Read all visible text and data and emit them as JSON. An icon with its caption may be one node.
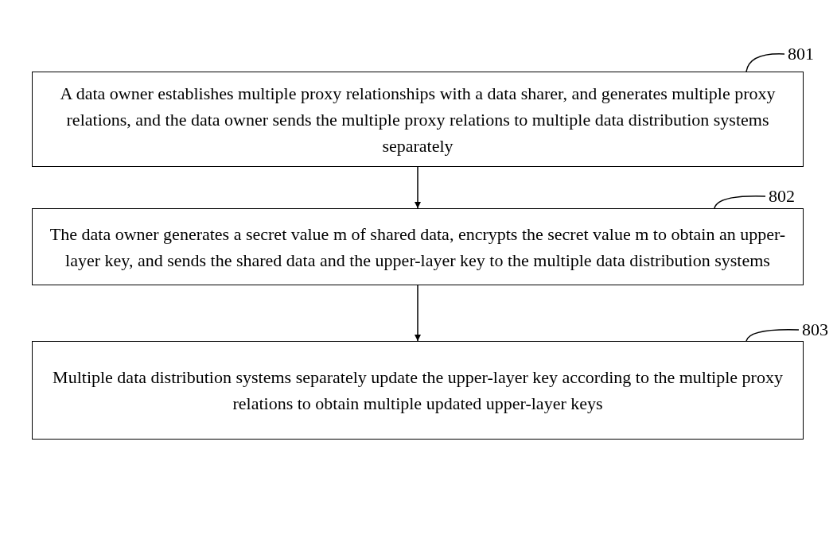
{
  "diagram": {
    "nodes": [
      {
        "text": [
          "801"
        ]
      },
      {
        "text": [
          "A data owner establishes multiple proxy relationships with a data sharer, and generates multiple proxy relations, and the data owner sends the multiple proxy relations to multiple data distribution systems separately"
        ]
      },
      {
        "text": [
          "802"
        ]
      },
      {
        "text": [
          "The data owner generates a secret value m of shared data, encrypts the secret value m to obtain an upper-layer key, and sends the shared data and the upper-layer key to the multiple data distribution systems"
        ]
      },
      {
        "text": [
          "803"
        ]
      },
      {
        "text": [
          "Multiple data distribution systems separately update the upper-layer key according to the multiple proxy relations to obtain multiple updated upper-layer keys"
        ]
      }
    ],
    "edges": [
      {
        "from": 1,
        "to": 3,
        "arrow": "to"
      },
      {
        "from": 3,
        "to": 5,
        "arrow": "to"
      },
      {
        "from": 0,
        "to": 1,
        "arrow": "none"
      },
      {
        "from": 2,
        "to": 3,
        "arrow": "none"
      },
      {
        "from": 4,
        "to": 5,
        "arrow": "none"
      }
    ]
  }
}
